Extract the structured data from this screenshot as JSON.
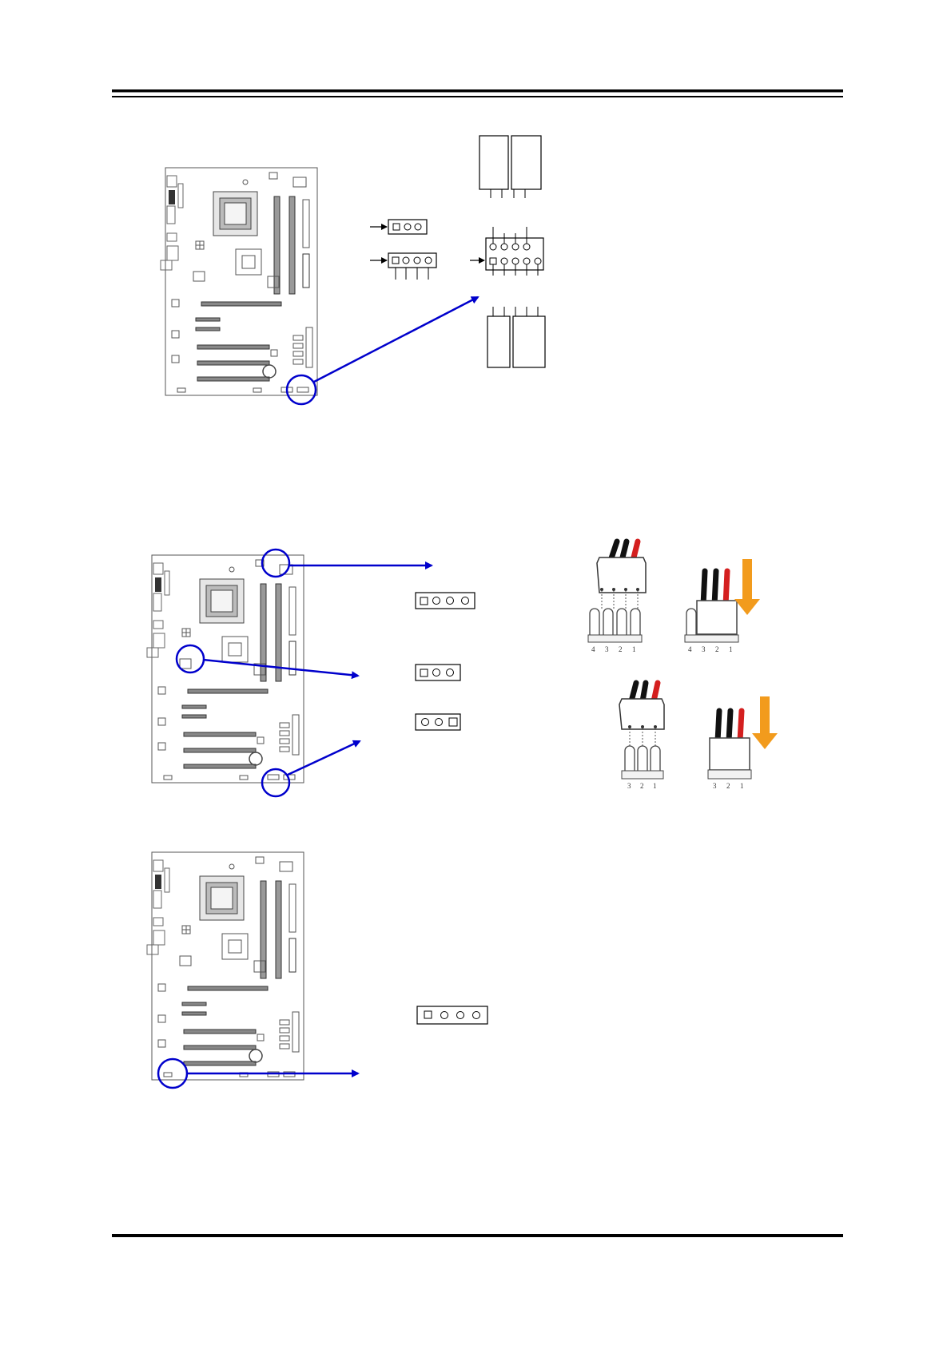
{
  "colors": {
    "rule": "#000000",
    "callout": "#0000cc",
    "wire_black": "#111111",
    "wire_red": "#d41f1f",
    "arrow_orange": "#f29b1d",
    "board_line": "#555555"
  },
  "fan_diagram_4pin": {
    "pin_numbers": [
      "4",
      "3",
      "2",
      "1"
    ]
  },
  "fan_diagram_3pin": {
    "pin_numbers": [
      "3",
      "2",
      "1"
    ]
  }
}
